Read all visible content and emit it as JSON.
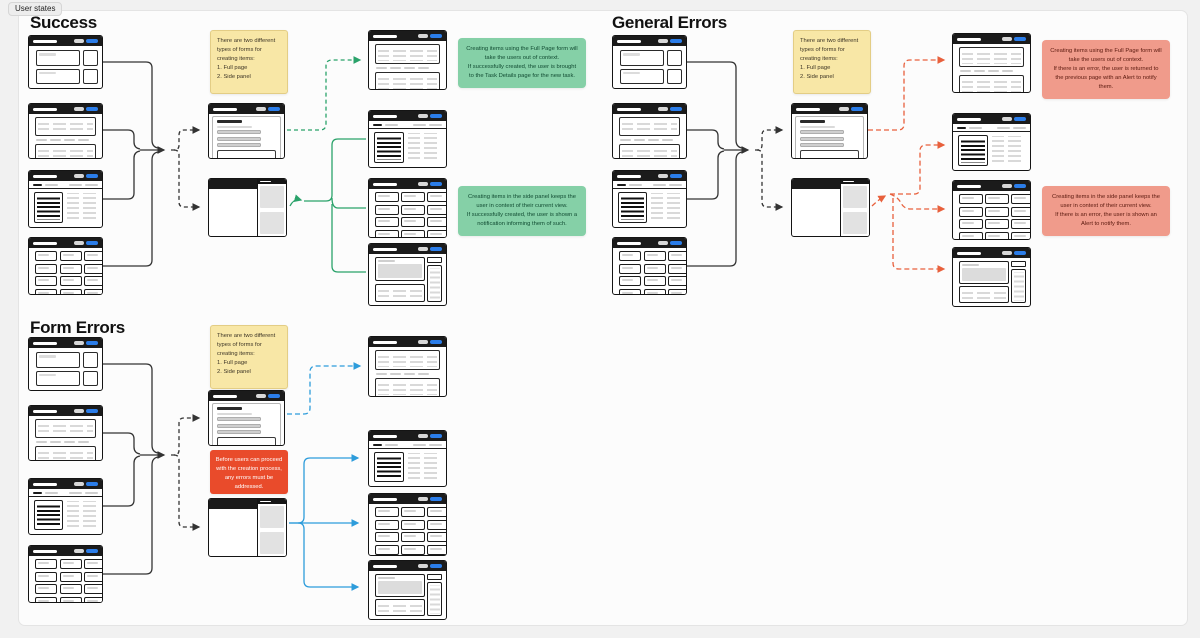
{
  "badge": {
    "label": "User states"
  },
  "colors": {
    "page_bg": "#F1F1F1",
    "canvas_bg": "#FCFCFC",
    "wireframe_header": "#1B1B1B",
    "accent_blue_pill": "#2B7DE9",
    "note_yellow": "#F8E7A6",
    "note_green": "#85D0A7",
    "note_salmon": "#F09B8B",
    "note_alert_red": "#E94B2B",
    "connector_black": "#333333",
    "arrow_green": "#2AA26A",
    "arrow_red": "#E8603C",
    "arrow_blue": "#2D9CDB"
  },
  "sections": {
    "success": {
      "heading": "Success",
      "note_types": "There are two different types of forms for creating items:\n1.  Full page\n2.  Side panel",
      "note_full_page": "Creating items using the Full Page form will take the users out of context.\nIf successfully created, the user is brought to the Task Details page for the new task.",
      "note_side_panel": "Creating items in the side panel keeps the user in context of their current view.\nIf successfully created, the user is shown a notification informing them of such."
    },
    "general_errors": {
      "heading": "General Errors",
      "note_types": "There are two different types of forms for creating items:\n1.  Full page\n2.  Side panel",
      "note_full_page": "Creating items using the Full Page form will take the users out of context.\nIf there is an error, the user is returned to the previous page with an Alert to notify them.",
      "note_side_panel": "Creating items in the side panel keeps the user in context of their current view.\nIf there is an error, the user is shown an Alert to notify them."
    },
    "form_errors": {
      "heading": "Form Errors",
      "note_types": "There are two different types of forms for creating items:\n1.  Full page\n2.  Side panel",
      "note_blocker": "Before users can proceed with the creation process, any errors must be addressed."
    }
  }
}
